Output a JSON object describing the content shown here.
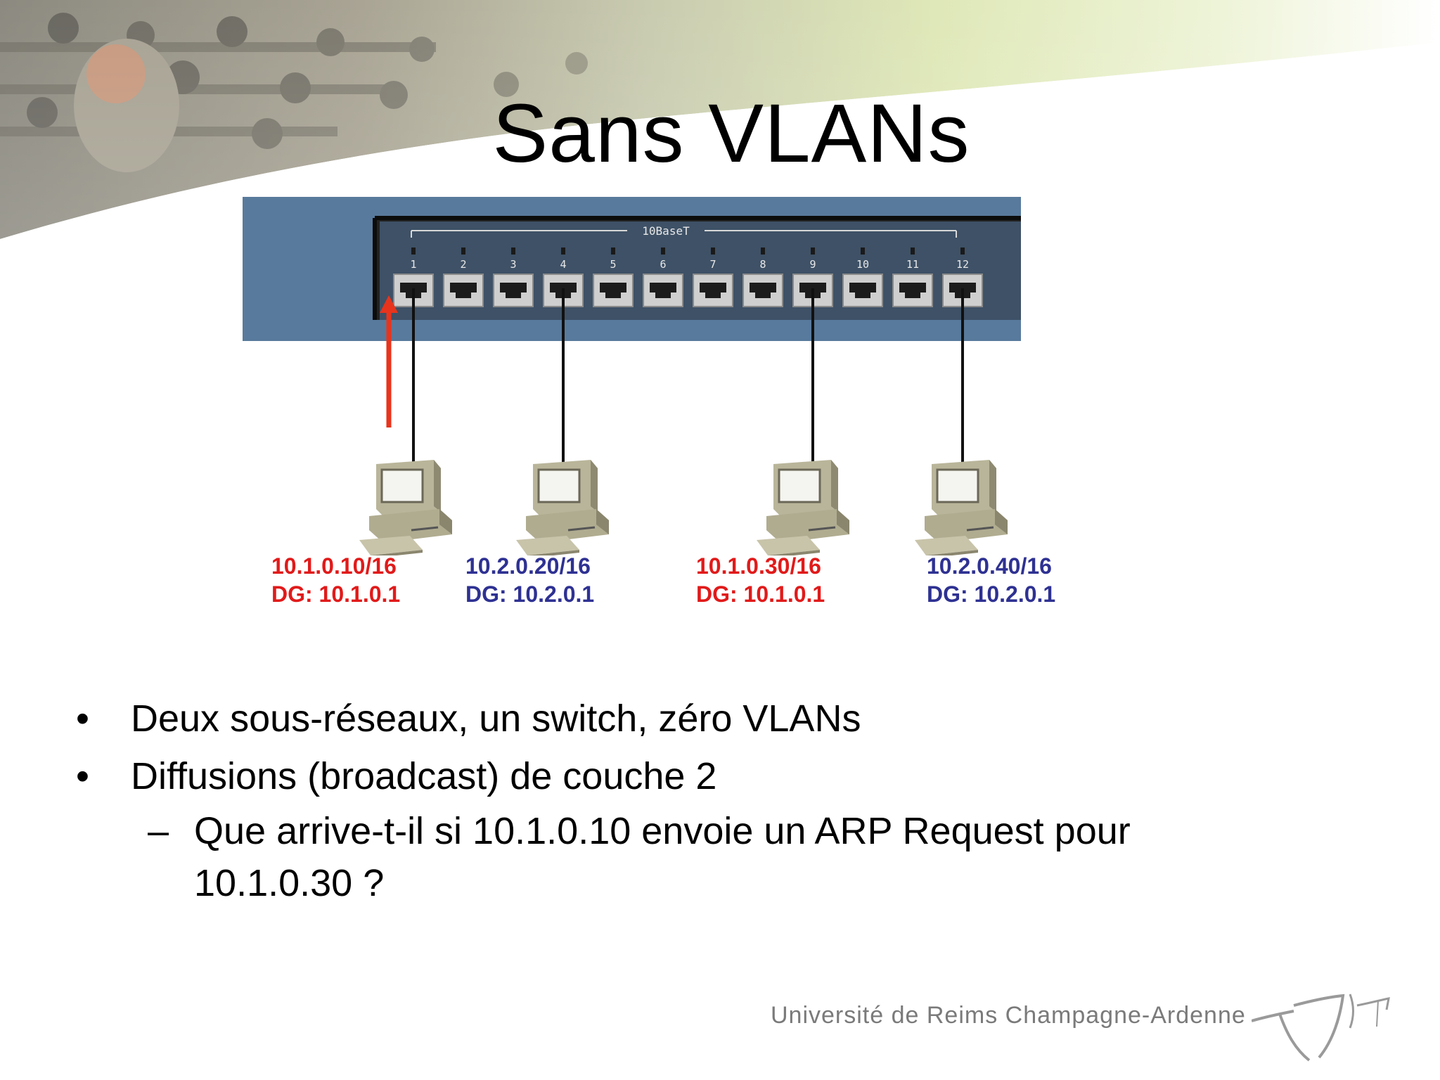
{
  "slide": {
    "title": "Sans VLANs",
    "bullets": [
      "Deux sous-réseaux, un switch, zéro VLANs",
      "Diffusions (broadcast) de couche 2"
    ],
    "bullet_mark": "•",
    "sub_mark": "–",
    "sub_bullet": "Que arrive-t-il si 10.1.0.10 envoie un ARP Request pour 10.1.0.30 ?"
  },
  "switch": {
    "model_label": "10BaseT",
    "ports": [
      "1",
      "2",
      "3",
      "4",
      "5",
      "6",
      "7",
      "8",
      "9",
      "10",
      "11",
      "12"
    ]
  },
  "hosts": [
    {
      "ip": "10.1.0.10/16",
      "dg": "DG: 10.1.0.1",
      "port": "1",
      "color": "#e11a1a"
    },
    {
      "ip": "10.2.0.20/16",
      "dg": "DG: 10.2.0.1",
      "port": "4",
      "color": "#2e3192"
    },
    {
      "ip": "10.1.0.30/16",
      "dg": "DG: 10.1.0.1",
      "port": "9",
      "color": "#e11a1a"
    },
    {
      "ip": "10.2.0.40/16",
      "dg": "DG: 10.2.0.1",
      "port": "12",
      "color": "#2e3192"
    }
  ],
  "footer": {
    "university": "Université de Reims Champagne-Ardenne"
  },
  "colors": {
    "switch_body": "#587a9c",
    "subnet_1": "#e11a1a",
    "subnet_2": "#2e3192",
    "arrow": "#e8341c"
  }
}
